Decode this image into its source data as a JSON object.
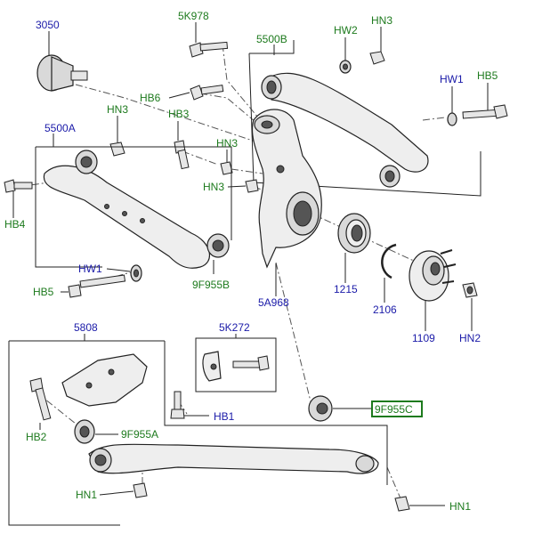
{
  "labels": {
    "p3050": "3050",
    "p5K978": "5K978",
    "p5500B": "5500B",
    "pHW2": "HW2",
    "pHN3_top": "HN3",
    "pHW1_right": "HW1",
    "pHB5_right": "HB5",
    "pHB6": "HB6",
    "pHB3": "HB3",
    "pHN3_left": "HN3",
    "p5500A": "5500A",
    "pHN3_mid": "HN3",
    "pHN3_mid2": "HN3",
    "pHB4": "HB4",
    "pHW1_left": "HW1",
    "pHB5_left": "HB5",
    "p9F955B": "9F955B",
    "p5A968": "5A968",
    "p1215": "1215",
    "p2106": "2106",
    "p1109": "1109",
    "pHN2": "HN2",
    "p5808": "5808",
    "p5K272": "5K272",
    "pHB1": "HB1",
    "p9F955C": "9F955C",
    "pHB2": "HB2",
    "p9F955A": "9F955A",
    "pHN1_left": "HN1",
    "pHN1_right": "HN1"
  },
  "colors": {
    "part_number": "#1a1aa8",
    "hardware": "#1d7a1d",
    "highlight_box": "#1d7a1d"
  }
}
